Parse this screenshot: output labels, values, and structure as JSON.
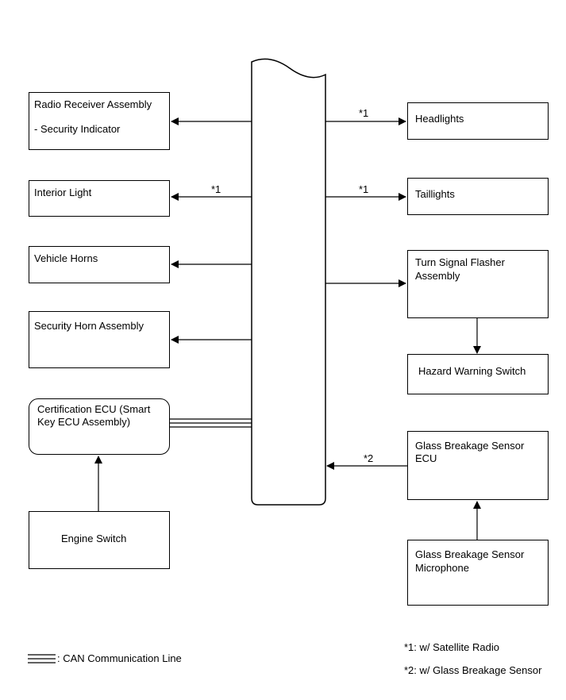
{
  "left_boxes": {
    "radio": {
      "line1": "Radio Receiver Assembly",
      "line2": "- Security Indicator"
    },
    "interior_light": "Interior Light",
    "vehicle_horns": "Vehicle Horns",
    "security_horn": "Security Horn Assembly",
    "certification_ecu": {
      "line1": "Certification ECU (Smart",
      "line2": "Key ECU Assembly)"
    },
    "engine_switch": "Engine Switch"
  },
  "right_boxes": {
    "headlights": "Headlights",
    "taillights": "Taillights",
    "turn_signal": {
      "line1": "Turn Signal Flasher",
      "line2": "Assembly"
    },
    "hazard_switch": "Hazard Warning Switch",
    "glass_ecu": {
      "line1": "Glass Breakage Sensor",
      "line2": "ECU"
    },
    "glass_mic": {
      "line1": "Glass Breakage Sensor",
      "line2": "Microphone"
    }
  },
  "marks": {
    "headlights": "*1",
    "taillights": "*1",
    "interior_light": "*1",
    "glass_ecu": "*2"
  },
  "legend": {
    "can_line": ": CAN Communication Line",
    "note1": "*1: w/ Satellite Radio",
    "note2": "*2: w/ Glass Breakage Sensor"
  }
}
